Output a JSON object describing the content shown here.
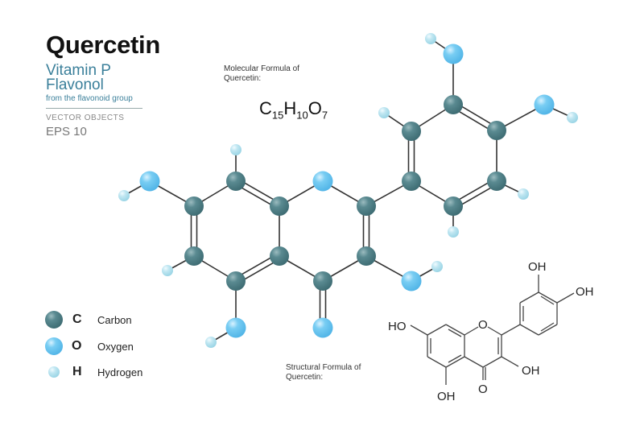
{
  "header": {
    "title": "Quercetin",
    "subtitle1": "Vitamin P",
    "subtitle2": "Flavonol",
    "subtitle3": "from the flavonoid group",
    "vector_label": "VECTOR OBJECTS",
    "eps_label": "EPS 10"
  },
  "molecular": {
    "caption_line1": "Molecular Formula of",
    "caption_line2": "Quercetin:",
    "formula": {
      "c": "C",
      "c_n": "15",
      "h": "H",
      "h_n": "10",
      "o": "O",
      "o_n": "7"
    }
  },
  "structural": {
    "caption_line1": "Structural Formula of",
    "caption_line2": "Quercetin:",
    "labels": {
      "ho_a": "HO",
      "oh_bottom": "OH",
      "carbonyl_o": "O",
      "ring_o": "O",
      "oh_c3": "OH",
      "oh_top": "OH",
      "oh_right": "OH"
    }
  },
  "legend": [
    {
      "symbol": "C",
      "label": "Carbon",
      "color": "#4e7f86"
    },
    {
      "symbol": "O",
      "label": "Oxygen",
      "color": "#6cc4ee"
    },
    {
      "symbol": "H",
      "label": "Hydrogen",
      "color": "#b4e0ee"
    }
  ]
}
